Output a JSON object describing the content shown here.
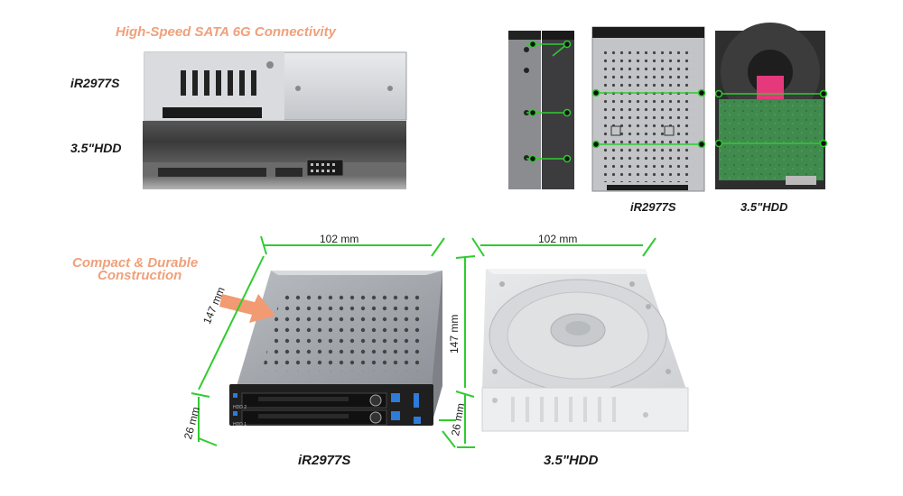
{
  "header": {
    "sata_headline": "High-Speed SATA 6G Connectivity",
    "compact_headline_line1": "Compact & Durable",
    "compact_headline_line2": "Construction"
  },
  "labels": {
    "product_top_left": "iR2977S",
    "hdd_top_left": "3.5\"HDD",
    "product_top_right": "iR2977S",
    "hdd_top_right": "3.5\"HDD",
    "product_bottom": "iR2977S",
    "hdd_bottom": "3.5\"HDD"
  },
  "dimensions": {
    "width_left": "102 mm",
    "width_right": "102 mm",
    "depth_left": "147 mm",
    "depth_right": "147 mm",
    "height_left": "26 mm",
    "height_right": "26 mm"
  },
  "front_panel": {
    "bay_top": "HDD 2",
    "bay_bottom": "HDD 1"
  },
  "colors": {
    "accent": "#f0a07a",
    "dimension_line": "#2ecc2e",
    "enclosure_dark": "#1f1f1f",
    "metal": "#c9ccd0"
  }
}
